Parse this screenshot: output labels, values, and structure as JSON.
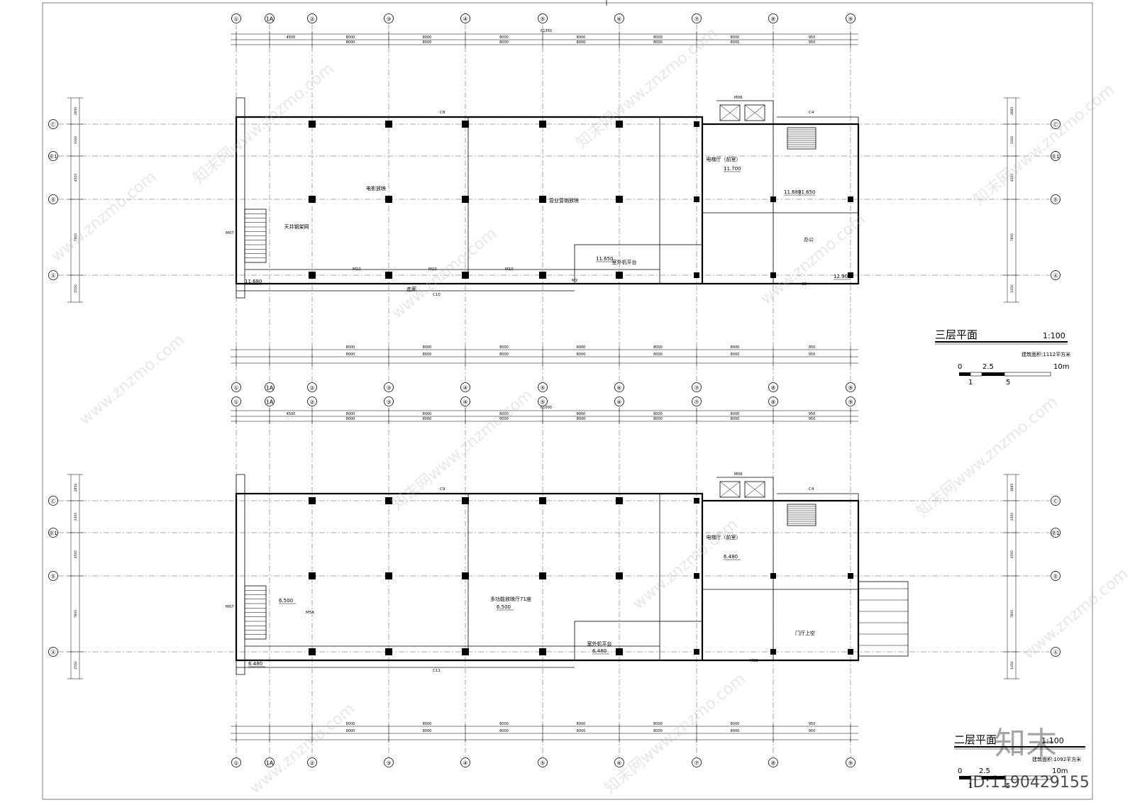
{
  "drawing": {
    "axis_x_labels": [
      "①",
      "1A",
      "②",
      "③",
      "④",
      "⑤",
      "⑥",
      "⑦",
      "⑧",
      "⑨"
    ],
    "axis_y_labels": [
      "Ⓒ",
      "Ⓑ1",
      "Ⓑ",
      "Ⓐ"
    ],
    "total_dimension_top": "61350",
    "total_dimension_second": "61000",
    "span_dims_top": [
      "4500",
      "8000",
      "8000",
      "8000",
      "8000",
      "8000",
      "8000",
      "950"
    ],
    "span_dims_bottom": [
      "4500",
      "8000",
      "8000",
      "8000",
      "8000",
      "8000",
      "8000",
      "950"
    ],
    "left_dims": [
      "2850",
      "3300",
      "4500",
      "7800",
      "2550"
    ],
    "right_dims": [
      "1685",
      "3300",
      "4500",
      "7800",
      "1450"
    ]
  },
  "plans": [
    {
      "id": "third-floor",
      "title": "三层平面",
      "scale": "1:100",
      "area": "建筑面积:1112平方米",
      "scale_bar_labels": [
        "0",
        "2.5",
        "10m",
        "1",
        "5"
      ],
      "rooms": [
        {
          "label": "电影放映"
        },
        {
          "label": "营业营销放映"
        },
        {
          "label": "天井钢架网"
        },
        {
          "label": "室外机平台"
        },
        {
          "label": "办公"
        },
        {
          "label": "电梯厅（前室）"
        },
        {
          "label": "走廊"
        }
      ],
      "elevations": [
        "11.680",
        "11.700",
        "11.680",
        "11.650",
        "12.900",
        "11.650"
      ],
      "doors": [
        "M06",
        "M07",
        "M10",
        "M10",
        "M10",
        "M2"
      ],
      "window_tags": [
        "C8",
        "C10",
        "C6",
        "C4"
      ]
    },
    {
      "id": "second-floor",
      "title": "二层平面",
      "scale": "1:100",
      "area": "建筑面积:1092平方米",
      "scale_bar_labels": [
        "0",
        "2.5",
        "10m",
        "1",
        "5"
      ],
      "rooms": [
        {
          "label": "多功能放映厅71座"
        },
        {
          "label": "室外机平台"
        },
        {
          "label": "电梯厅（前室）"
        },
        {
          "label": "门厅上空"
        }
      ],
      "elevations": [
        "6.500",
        "6.500",
        "6.480",
        "6.480",
        "6.480"
      ],
      "doors": [
        "M06",
        "M07",
        "M22",
        "M5A"
      ],
      "window_tags": [
        "C9",
        "C11",
        "C4"
      ]
    }
  ],
  "watermark": {
    "id_text": "ID:1190429155",
    "site": "www.znzmo.com",
    "brand": "知末网",
    "logo_text": "知末"
  }
}
